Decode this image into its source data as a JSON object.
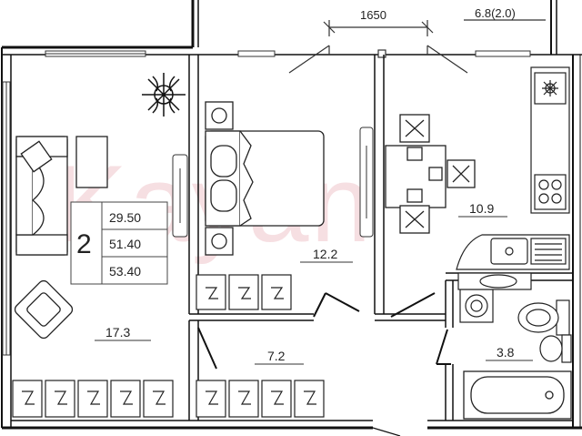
{
  "watermark": "Kayan",
  "dimensions": {
    "balcony_width": "1650",
    "balcony_area": "6.8(2.0)"
  },
  "summary": {
    "rooms": "2",
    "living_area": "29.50",
    "total_area": "51.40",
    "total_with_balcony": "53.40"
  },
  "rooms": {
    "living_room": "17.3",
    "bedroom": "12.2",
    "kitchen": "10.9",
    "hallway": "7.2",
    "bathroom": "3.8"
  },
  "colors": {
    "wall": "#111111",
    "line": "#333333",
    "watermark": "#e8a5ae"
  },
  "icons": [
    "sofa-icon",
    "plant-icon",
    "bed-icon",
    "table-chairs-icon",
    "stove-icon",
    "sink-icon",
    "toilet-icon",
    "bathtub-icon",
    "radiator-icon"
  ]
}
